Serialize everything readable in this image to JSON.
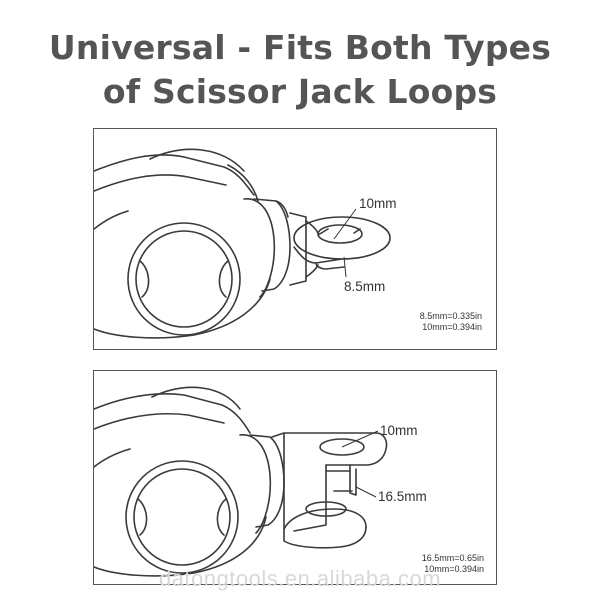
{
  "title": {
    "line1": "Universal - Fits Both Types",
    "line2": "of Scissor Jack Loops"
  },
  "panel_top": {
    "label_hole": "10mm",
    "label_thickness": "8.5mm",
    "conversion_1": "8.5mm=0.335in",
    "conversion_2": "10mm=0.394in"
  },
  "panel_bottom": {
    "label_hole": "10mm",
    "label_gap": "16.5mm",
    "conversion_1": "16.5mm=0.65in",
    "conversion_2": "10mm=0.394in"
  },
  "watermark": "datongtools.en.alibaba.com"
}
